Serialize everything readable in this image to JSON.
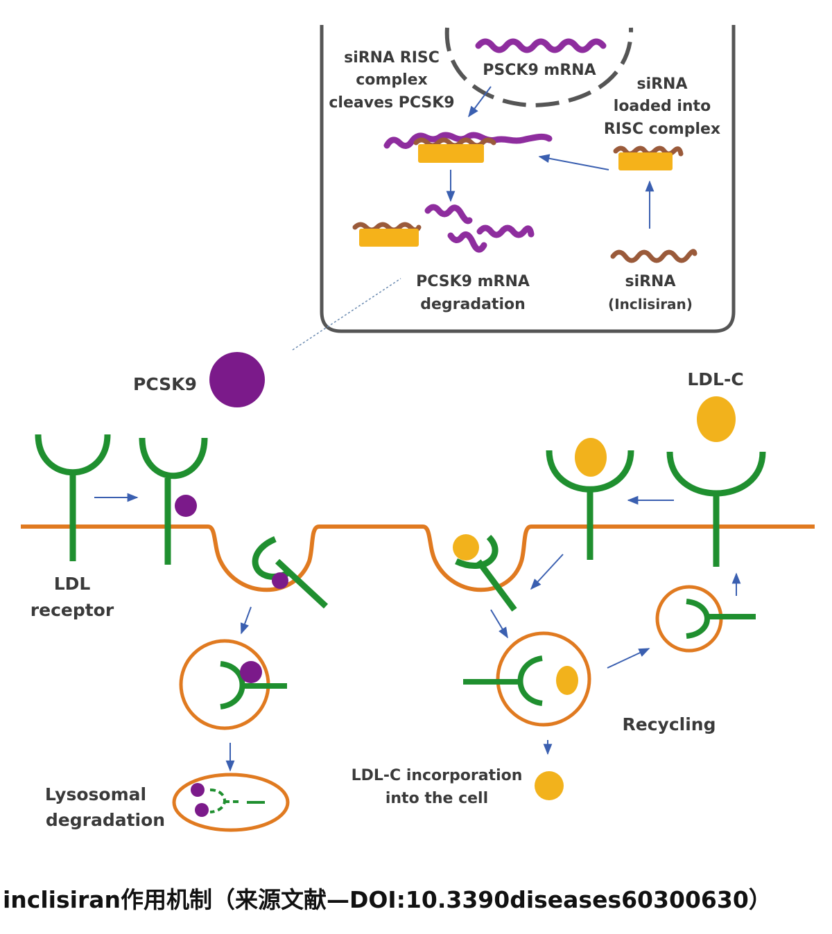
{
  "colors": {
    "receptor": "#1f8f2f",
    "membrane": "#e07a20",
    "pcsk9": "#7b1a8a",
    "ldl": "#f2b21c",
    "risc": "#f5b21a",
    "sirna": "#9a5a3a",
    "mrna": "#8e2d9e",
    "arrow": "#3a5fb0",
    "box": "#555555"
  },
  "inset": {
    "risc_cleaves": [
      "siRNA RISC",
      "complex",
      "cleaves PCSK9"
    ],
    "pcsk9_mrna": "PSCK9 mRNA",
    "loaded": [
      "siRNA",
      "loaded into",
      "RISC complex"
    ],
    "degradation": [
      "PCSK9 mRNA",
      "degradation"
    ],
    "sirna": [
      "siRNA",
      "(Inclisiran)"
    ]
  },
  "labels": {
    "pcsk9": "PCSK9",
    "ldl_c": "LDL-C",
    "ldl_receptor": [
      "LDL",
      "receptor"
    ],
    "lysosomal": [
      "Lysosomal",
      "degradation"
    ],
    "incorporation": [
      "LDL-C incorporation",
      "into the cell"
    ],
    "recycling": "Recycling"
  },
  "caption": "inclisiran作用机制（来源文献—DOI:10.3390diseases60300630）"
}
